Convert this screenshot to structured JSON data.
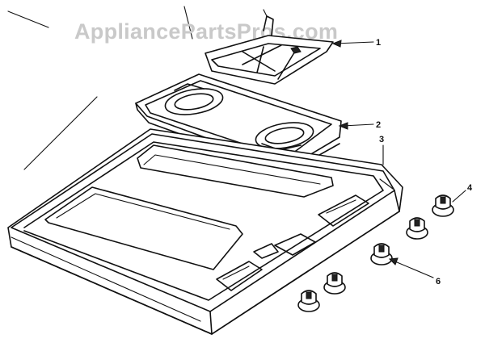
{
  "watermark": "AppliancePartsPros.com",
  "callouts": [
    {
      "label": "1",
      "part": "burner grate"
    },
    {
      "label": "2",
      "part": "burner drip pan assembly"
    },
    {
      "label": "3",
      "part": "cooktop"
    },
    {
      "label": "4",
      "part": "control knob"
    },
    {
      "label": "6",
      "part": "control knob"
    }
  ]
}
